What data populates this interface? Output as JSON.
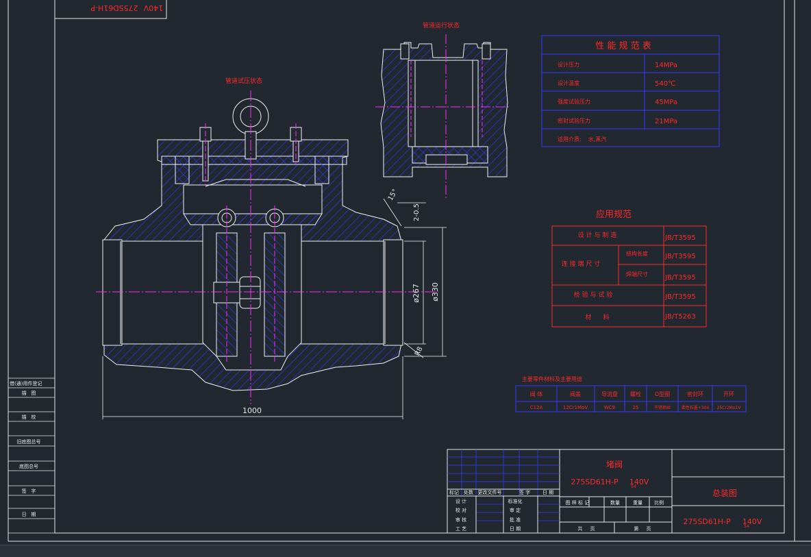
{
  "sheet": {
    "mirrored_code": "275SD61H-P",
    "mirrored_code_suffix": "140V",
    "running_state_label": "管道运行状态",
    "pressure_test_label": "管道试压状态"
  },
  "performance_table": {
    "title": "性 能 规 范 表",
    "rows": [
      {
        "label": "设计压力",
        "value": "14MPa"
      },
      {
        "label": "设计温度",
        "value": "540℃"
      },
      {
        "label": "强度试验压力",
        "value": "45MPa"
      },
      {
        "label": "密封试验压力",
        "value": "21MPa"
      },
      {
        "label": "适用介质:    水,蒸汽",
        "value": ""
      }
    ]
  },
  "standards_table": {
    "title": "应用规范",
    "rows": [
      {
        "label": "设 计 与 制 造",
        "sub": "",
        "value": "JB/T3595"
      },
      {
        "label": "连 接 端 尺 寸",
        "sub": "结构长度",
        "value": "JB/T3595"
      },
      {
        "label": "",
        "sub": "焊端尺寸",
        "value": "JB/T3595"
      },
      {
        "label": "检 验 与 试 验",
        "sub": "",
        "value": "JB/T3595"
      },
      {
        "label": "材      料",
        "sub": "",
        "value": "JB/T5263"
      }
    ]
  },
  "materials_table": {
    "title": "主要零件材料及主要用途",
    "headers": [
      "阀 体",
      "阀盖",
      "导流盘",
      "螺栓",
      "O型圈",
      "密封环",
      "开环"
    ],
    "values": [
      "C12A",
      "12Cr1MoV",
      "WC9",
      "25",
      "不锈钢丝",
      "柔性石墨+304",
      "25Cr2Mo1V"
    ]
  },
  "dimensions": {
    "angle": "15°",
    "d1": "2-0.5",
    "d2": "ø267",
    "d3": "ø330",
    "radius": "R8",
    "length": "1000"
  },
  "left_stamp": {
    "rows": [
      "借(通)用件登记",
      "描   图",
      "描   校",
      "旧底图总号",
      "底图总号",
      "签   字",
      "日   期"
    ]
  },
  "title_block": {
    "name": "堵阀",
    "code": "275SD61H-P",
    "code_suffix": "140V",
    "code_sup": "54",
    "drawing_title": "总装图",
    "code2": "275SD61H-P",
    "code2_suffix": "140V",
    "code2_sup": "54",
    "rev_headers": [
      "标记",
      "处数",
      "更改文件号",
      "签 字",
      "日 期"
    ],
    "sign_left": [
      "设 计",
      "校 对",
      "审 核",
      "工 艺"
    ],
    "sign_right": [
      "标准化",
      "审 定",
      "批 准",
      "日 期"
    ],
    "stage_headers": [
      "图 样 标 记",
      "数量",
      "重量",
      "比例"
    ],
    "sheet_labels": [
      "共     页",
      "第     页"
    ]
  },
  "colors": {
    "background": "#212830",
    "border_white": "#e8e8e8",
    "table_blue": "#3838ff",
    "text_red": "#ff2a2a",
    "hatch_blue": "#2f3cff",
    "center_magenta": "#ff2aff",
    "body_white": "#f2f2f2"
  }
}
